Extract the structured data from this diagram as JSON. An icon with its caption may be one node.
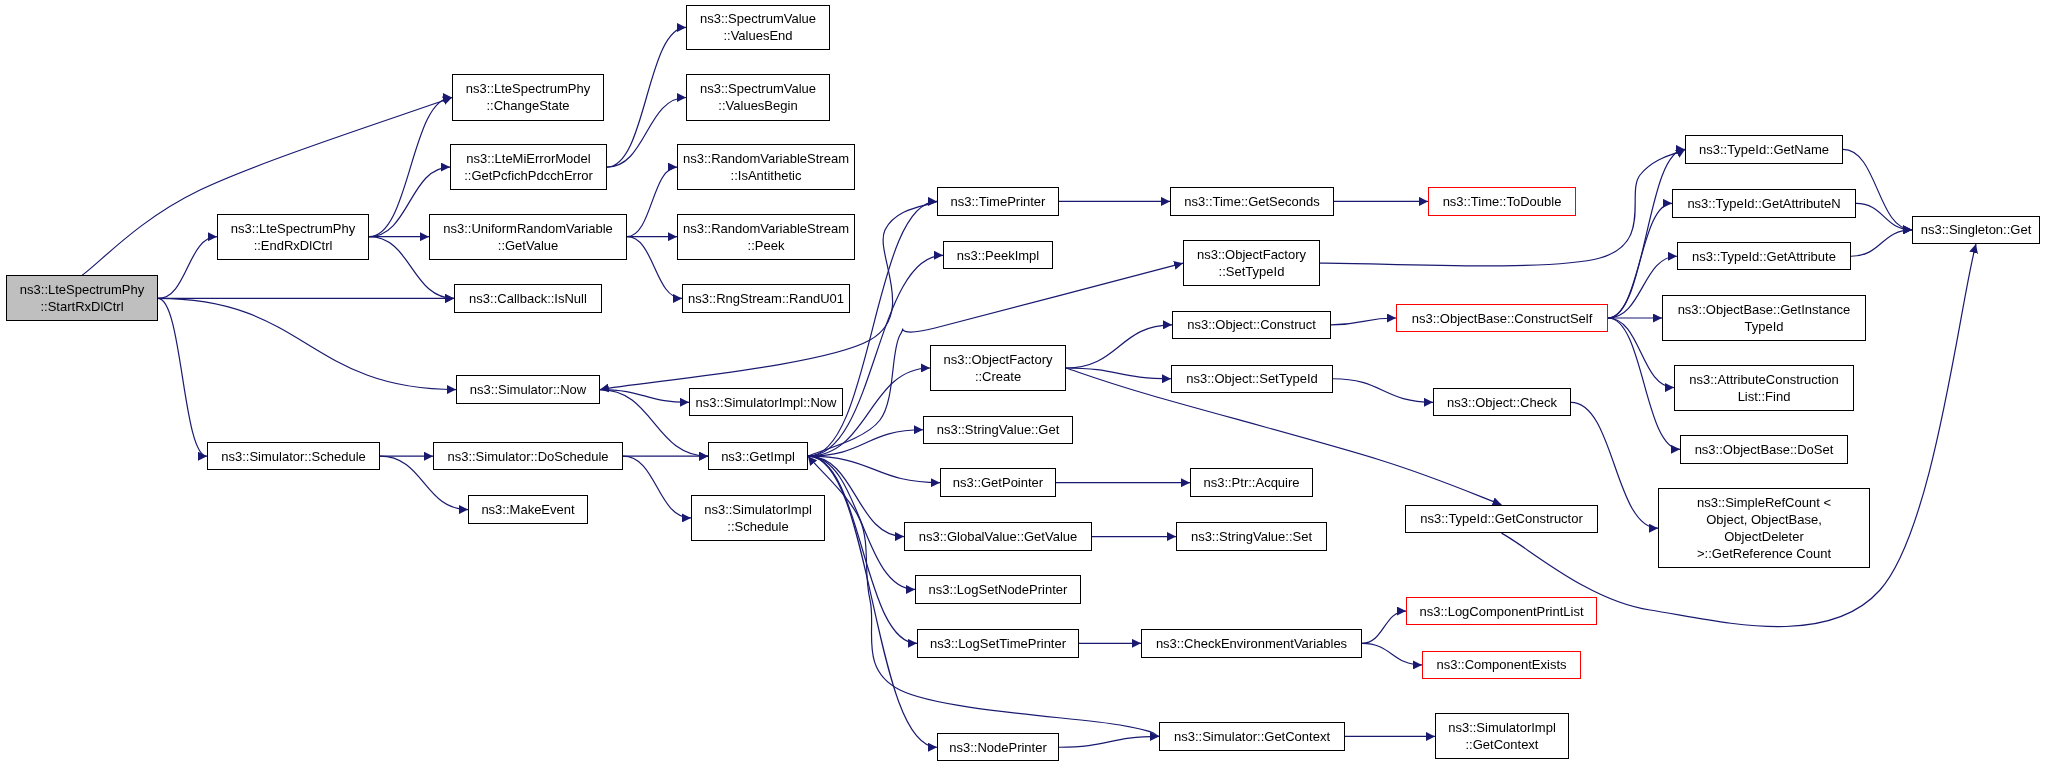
{
  "diagram": {
    "nodes": [
      {
        "text": [
          "ns3::LteSpectrumPhy ::StartRxDlCtrl"
        ]
      },
      {
        "text": [
          "ns3::LteSpectrumPhy ::EndRxDlCtrl"
        ]
      },
      {
        "text": [
          "ns3::LteSpectrumPhy ::ChangeState"
        ]
      },
      {
        "text": [
          "ns3::LteMiErrorModel ::GetPcfichPdcchError"
        ]
      },
      {
        "text": [
          "ns3::UniformRandomVariable ::GetValue"
        ]
      },
      {
        "text": [
          "ns3::Callback::IsNull"
        ]
      },
      {
        "text": [
          "ns3::Simulator::Now"
        ]
      },
      {
        "text": [
          "ns3::Simulator::Schedule"
        ]
      },
      {
        "text": [
          "ns3::Simulator::DoSchedule"
        ]
      },
      {
        "text": [
          "ns3::MakeEvent"
        ]
      },
      {
        "text": [
          "ns3::SpectrumValue ::ValuesEnd"
        ]
      },
      {
        "text": [
          "ns3::SpectrumValue ::ValuesBegin"
        ]
      },
      {
        "text": [
          "ns3::RandomVariableStream ::IsAntithetic"
        ]
      },
      {
        "text": [
          "ns3::RandomVariableStream ::Peek"
        ]
      },
      {
        "text": [
          "ns3::RngStream::RandU01"
        ]
      },
      {
        "text": [
          "ns3::SimulatorImpl::Now"
        ]
      },
      {
        "text": [
          "ns3::GetImpl"
        ]
      },
      {
        "text": [
          "ns3::SimulatorImpl ::Schedule"
        ]
      },
      {
        "text": [
          "ns3::TimePrinter"
        ]
      },
      {
        "text": [
          "ns3::PeekImpl"
        ]
      },
      {
        "text": [
          "ns3::ObjectFactory ::Create"
        ]
      },
      {
        "text": [
          "ns3::StringValue::Get"
        ]
      },
      {
        "text": [
          "ns3::GetPointer"
        ]
      },
      {
        "text": [
          "ns3::GlobalValue::GetValue"
        ]
      },
      {
        "text": [
          "ns3::LogSetNodePrinter"
        ]
      },
      {
        "text": [
          "ns3::LogSetTimePrinter"
        ]
      },
      {
        "text": [
          "ns3::NodePrinter"
        ]
      },
      {
        "text": [
          "ns3::Time::GetSeconds"
        ]
      },
      {
        "text": [
          "ns3::ObjectFactory ::SetTypeId"
        ]
      },
      {
        "text": [
          "ns3::Object::Construct"
        ]
      },
      {
        "text": [
          "ns3::Object::SetTypeId"
        ]
      },
      {
        "text": [
          "ns3::Ptr::Acquire"
        ]
      },
      {
        "text": [
          "ns3::StringValue::Set"
        ]
      },
      {
        "text": [
          "ns3::CheckEnvironmentVariables"
        ]
      },
      {
        "text": [
          "ns3::Simulator::GetContext"
        ]
      },
      {
        "text": [
          "ns3::Time::ToDouble"
        ]
      },
      {
        "text": [
          "ns3::ObjectBase::ConstructSelf"
        ]
      },
      {
        "text": [
          "ns3::Object::Check"
        ]
      },
      {
        "text": [
          "ns3::TypeId::GetConstructor"
        ]
      },
      {
        "text": [
          "ns3::LogComponentPrintList"
        ]
      },
      {
        "text": [
          "ns3::ComponentExists"
        ]
      },
      {
        "text": [
          "ns3::SimulatorImpl ::GetContext"
        ]
      },
      {
        "text": [
          "ns3::TypeId::GetName"
        ]
      },
      {
        "text": [
          "ns3::TypeId::GetAttributeN"
        ]
      },
      {
        "text": [
          "ns3::TypeId::GetAttribute"
        ]
      },
      {
        "text": [
          "ns3::ObjectBase::GetInstance TypeId"
        ]
      },
      {
        "text": [
          "ns3::AttributeConstruction List::Find"
        ]
      },
      {
        "text": [
          "ns3::ObjectBase::DoSet"
        ]
      },
      {
        "text": [
          "ns3::SimpleRefCount < Object, ObjectBase, ObjectDeleter >::GetReference Count"
        ]
      },
      {
        "text": [
          "ns3::Singleton::Get"
        ]
      }
    ],
    "edges": [
      {
        "from": 0,
        "to": 1,
        "arrow": "to"
      },
      {
        "from": 0,
        "to": 2,
        "arrow": "to"
      },
      {
        "from": 0,
        "to": 5,
        "arrow": "to"
      },
      {
        "from": 0,
        "to": 6,
        "arrow": "to"
      },
      {
        "from": 0,
        "to": 7,
        "arrow": "to"
      },
      {
        "from": 1,
        "to": 2,
        "arrow": "to"
      },
      {
        "from": 1,
        "to": 3,
        "arrow": "to"
      },
      {
        "from": 1,
        "to": 4,
        "arrow": "to"
      },
      {
        "from": 1,
        "to": 5,
        "arrow": "to"
      },
      {
        "from": 3,
        "to": 10,
        "arrow": "to"
      },
      {
        "from": 3,
        "to": 11,
        "arrow": "to"
      },
      {
        "from": 4,
        "to": 12,
        "arrow": "to"
      },
      {
        "from": 4,
        "to": 13,
        "arrow": "to"
      },
      {
        "from": 4,
        "to": 14,
        "arrow": "to"
      },
      {
        "from": 6,
        "to": 15,
        "arrow": "to"
      },
      {
        "from": 6,
        "to": 16,
        "arrow": "to"
      },
      {
        "from": 7,
        "to": 8,
        "arrow": "to"
      },
      {
        "from": 7,
        "to": 9,
        "arrow": "to"
      },
      {
        "from": 8,
        "to": 16,
        "arrow": "to"
      },
      {
        "from": 8,
        "to": 17,
        "arrow": "to"
      },
      {
        "from": 18,
        "to": 6,
        "arrow": "to"
      },
      {
        "from": 16,
        "to": 18,
        "arrow": "to"
      },
      {
        "from": 16,
        "to": 19,
        "arrow": "to"
      },
      {
        "from": 16,
        "to": 28,
        "arrow": "to"
      },
      {
        "from": 16,
        "to": 20,
        "arrow": "to"
      },
      {
        "from": 16,
        "to": 21,
        "arrow": "to"
      },
      {
        "from": 16,
        "to": 22,
        "arrow": "to"
      },
      {
        "from": 16,
        "to": 23,
        "arrow": "to"
      },
      {
        "from": 16,
        "to": 24,
        "arrow": "to"
      },
      {
        "from": 16,
        "to": 25,
        "arrow": "to"
      },
      {
        "from": 16,
        "to": 26,
        "arrow": "to"
      },
      {
        "from": 34,
        "to": 16,
        "arrow": "to"
      },
      {
        "from": 18,
        "to": 27,
        "arrow": "to"
      },
      {
        "from": 27,
        "to": 35,
        "arrow": "to"
      },
      {
        "from": 28,
        "to": 42,
        "arrow": "to"
      },
      {
        "from": 20,
        "to": 29,
        "arrow": "to"
      },
      {
        "from": 20,
        "to": 30,
        "arrow": "to"
      },
      {
        "from": 20,
        "to": 38,
        "arrow": "to"
      },
      {
        "from": 29,
        "to": 36,
        "arrow": "to"
      },
      {
        "from": 30,
        "to": 37,
        "arrow": "to"
      },
      {
        "from": 22,
        "to": 31,
        "arrow": "to"
      },
      {
        "from": 23,
        "to": 32,
        "arrow": "to"
      },
      {
        "from": 25,
        "to": 33,
        "arrow": "to"
      },
      {
        "from": 26,
        "to": 34,
        "arrow": "to"
      },
      {
        "from": 34,
        "to": 41,
        "arrow": "to"
      },
      {
        "from": 33,
        "to": 39,
        "arrow": "to"
      },
      {
        "from": 33,
        "to": 40,
        "arrow": "to"
      },
      {
        "from": 36,
        "to": 42,
        "arrow": "to"
      },
      {
        "from": 36,
        "to": 43,
        "arrow": "to"
      },
      {
        "from": 36,
        "to": 44,
        "arrow": "to"
      },
      {
        "from": 36,
        "to": 45,
        "arrow": "to"
      },
      {
        "from": 36,
        "to": 46,
        "arrow": "to"
      },
      {
        "from": 36,
        "to": 47,
        "arrow": "to"
      },
      {
        "from": 37,
        "to": 48,
        "arrow": "to"
      },
      {
        "from": 38,
        "to": 49,
        "arrow": "to"
      },
      {
        "from": 42,
        "to": 49,
        "arrow": "to"
      },
      {
        "from": 43,
        "to": 49,
        "arrow": "to"
      },
      {
        "from": 44,
        "to": 49,
        "arrow": "to"
      }
    ]
  }
}
